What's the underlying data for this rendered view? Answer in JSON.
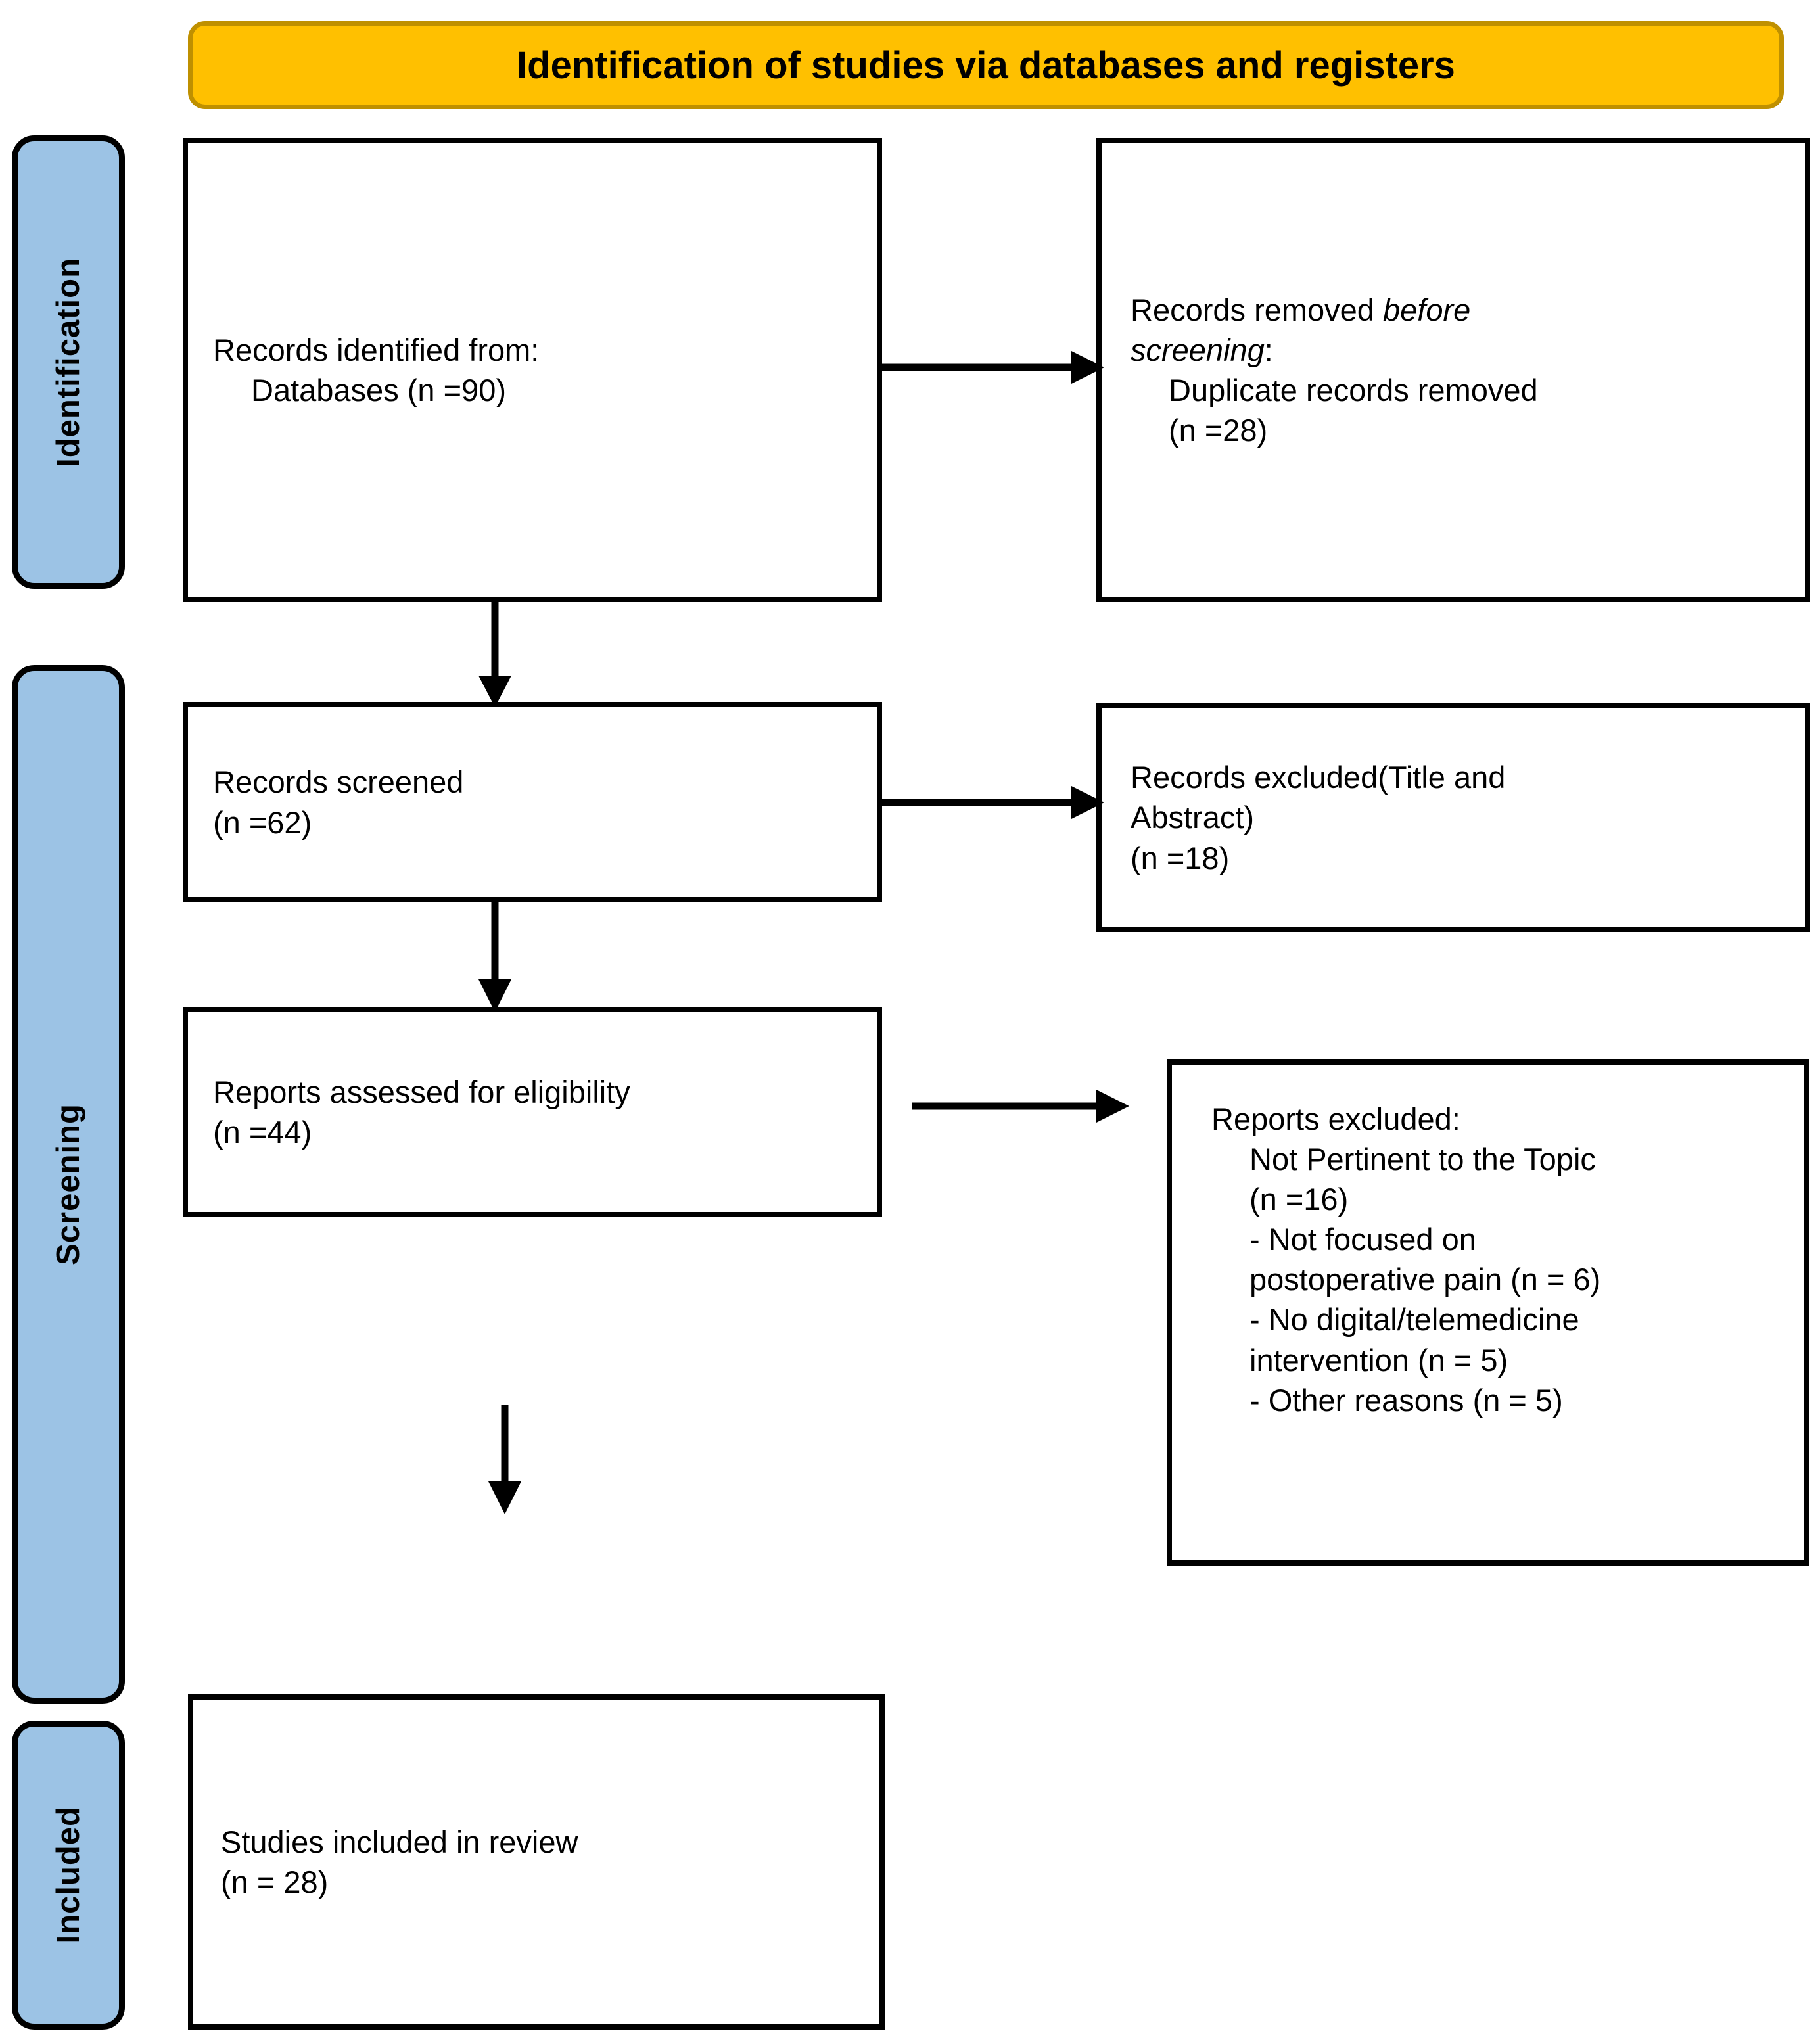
{
  "header": {
    "title": "Identification of studies via databases and registers",
    "fill_color": "#FFC000",
    "border_color": "#BF9000"
  },
  "stage_labels": {
    "identification": "Identification",
    "screening": "Screening",
    "included": "Included",
    "fill_color": "#9CC3E5",
    "border_color": "#000000"
  },
  "boxes": {
    "identified": {
      "line1": "Records identified from:",
      "line2": "Databases (n =90)"
    },
    "removed_before_screening": {
      "line1_prefix": "Records removed ",
      "line1_italic": "before",
      "line2_italic": "screening",
      "line2_suffix": ":",
      "line3": "Duplicate records removed",
      "line4": "(n =28)"
    },
    "screened": {
      "line1": "Records screened",
      "line2": "(n =62)"
    },
    "excluded_title_abstract": {
      "line1": "Records excluded(Title and",
      "line2": "Abstract)",
      "line3": "(n =18)"
    },
    "eligibility": {
      "line1": "Reports assessed for eligibility",
      "line2": "(n =44)"
    },
    "reports_excluded": {
      "heading": "Reports excluded:",
      "reasons": [
        "Not Pertinent to the Topic",
        "(n =16)",
        "- Not focused on",
        "postoperative pain (n = 6)",
        "- No digital/telemedicine",
        "intervention (n = 5)",
        "- Other reasons (n = 5)"
      ]
    },
    "included": {
      "line1": "Studies included in review",
      "line2": "(n = 28)"
    }
  },
  "flow_data": {
    "type": "prisma-flow",
    "records_identified_databases": 90,
    "duplicate_records_removed": 28,
    "records_screened": 62,
    "records_excluded_title_abstract": 18,
    "reports_assessed_for_eligibility": 44,
    "reports_excluded_not_pertinent": 16,
    "reports_excluded_not_postoperative_pain": 6,
    "reports_excluded_no_digital_telemedicine": 5,
    "reports_excluded_other_reasons": 5,
    "studies_included_in_review": 28
  }
}
